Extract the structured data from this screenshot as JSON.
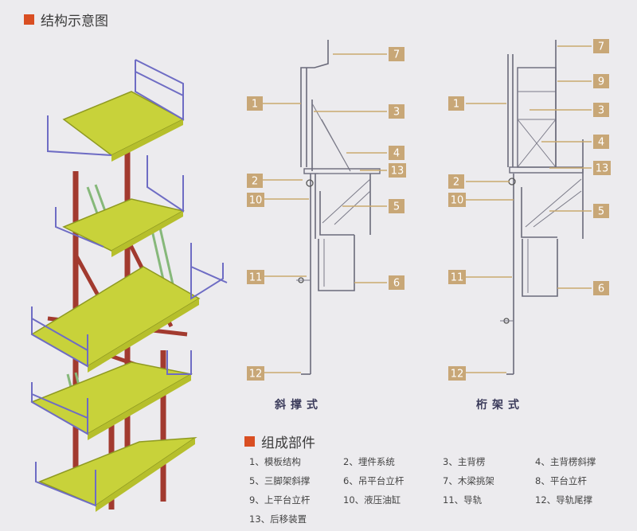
{
  "title": "结构示意图",
  "parts_title": "组成部件",
  "captions": {
    "left": "斜撑式",
    "right": "桁架式"
  },
  "callouts_left": [
    "1",
    "2",
    "3",
    "4",
    "5",
    "6",
    "7",
    "10",
    "11",
    "12",
    "13"
  ],
  "callouts_right": [
    "1",
    "2",
    "3",
    "4",
    "5",
    "6",
    "7",
    "9",
    "10",
    "11",
    "12",
    "13"
  ],
  "legend": [
    "1、模板结构",
    "2、埋件系统",
    "3、主背楞",
    "4、主背楞斜撑",
    "5、三脚架斜撑",
    "6、吊平台立杆",
    "7、木梁挑架",
    "8、平台立杆",
    "9、上平台立杆",
    "10、液压油缸",
    "11、导轨",
    "12、导轨尾撑",
    "13、后移装置"
  ],
  "colors": {
    "accent": "#d94e22",
    "deck": "#c8d23a",
    "steel": "#a23a2f",
    "rail": "#6e6cc4",
    "callout": "#c8a777"
  }
}
